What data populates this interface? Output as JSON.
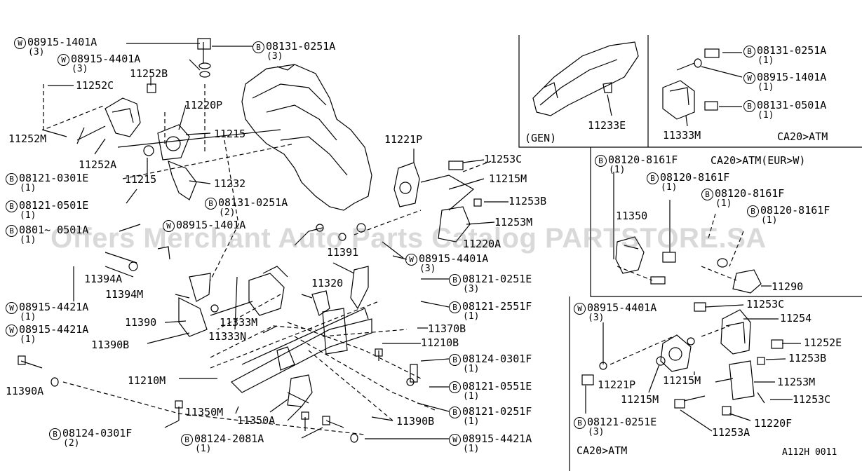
{
  "watermark": "Offers Merchant Auto Parts Catalog PARTSTORE.SA",
  "diagram_code": "A112H 0011",
  "main_labels": [
    {
      "id": "m1",
      "badge": "W",
      "text": "08915-1401A",
      "qty": "(3)"
    },
    {
      "id": "m2",
      "badge": "W",
      "text": "08915-4401A",
      "qty": "(3)"
    },
    {
      "id": "m3",
      "badge": "B",
      "text": "08131-0251A",
      "qty": "(3)"
    },
    {
      "id": "m4",
      "badge": "",
      "text": "11252B",
      "qty": ""
    },
    {
      "id": "m5",
      "badge": "",
      "text": "11252C",
      "qty": ""
    },
    {
      "id": "m6",
      "badge": "",
      "text": "11220P",
      "qty": ""
    },
    {
      "id": "m7",
      "badge": "",
      "text": "11215",
      "qty": ""
    },
    {
      "id": "m8",
      "badge": "",
      "text": "11252M",
      "qty": ""
    },
    {
      "id": "m9",
      "badge": "",
      "text": "11252A",
      "qty": ""
    },
    {
      "id": "m10",
      "badge": "",
      "text": "11215",
      "qty": ""
    },
    {
      "id": "m11",
      "badge": "B",
      "text": "08121-0301E",
      "qty": "(1)"
    },
    {
      "id": "m12",
      "badge": "",
      "text": "11232",
      "qty": ""
    },
    {
      "id": "m13",
      "badge": "B",
      "text": "08121-0501E",
      "qty": "(1)"
    },
    {
      "id": "m14",
      "badge": "B",
      "text": "08131-0251A",
      "qty": "(2)"
    },
    {
      "id": "m15",
      "badge": "B",
      "text": "0801~ 0501A",
      "qty": "(1)"
    },
    {
      "id": "m16",
      "badge": "W",
      "text": "08915-1401A",
      "qty": ""
    },
    {
      "id": "m17",
      "badge": "",
      "text": "11221P",
      "qty": ""
    },
    {
      "id": "m18",
      "badge": "",
      "text": "11253C",
      "qty": ""
    },
    {
      "id": "m19",
      "badge": "",
      "text": "11215M",
      "qty": ""
    },
    {
      "id": "m20",
      "badge": "",
      "text": "11253B",
      "qty": ""
    },
    {
      "id": "m21",
      "badge": "",
      "text": "11253M",
      "qty": ""
    },
    {
      "id": "m22",
      "badge": "",
      "text": "11220A",
      "qty": ""
    },
    {
      "id": "m23",
      "badge": "W",
      "text": "08915-4401A",
      "qty": "(3)"
    },
    {
      "id": "m24",
      "badge": "",
      "text": "11391",
      "qty": ""
    },
    {
      "id": "m25",
      "badge": "B",
      "text": "08121-0251E",
      "qty": "(3)"
    },
    {
      "id": "m26",
      "badge": "",
      "text": "11394A",
      "qty": ""
    },
    {
      "id": "m27",
      "badge": "",
      "text": "11394M",
      "qty": ""
    },
    {
      "id": "m28",
      "badge": "",
      "text": "11320",
      "qty": ""
    },
    {
      "id": "m29",
      "badge": "B",
      "text": "08121-2551F",
      "qty": "(1)"
    },
    {
      "id": "m30",
      "badge": "W",
      "text": "08915-4421A",
      "qty": "(1)"
    },
    {
      "id": "m31",
      "badge": "",
      "text": "11390",
      "qty": ""
    },
    {
      "id": "m32",
      "badge": "",
      "text": "11333M",
      "qty": ""
    },
    {
      "id": "m33",
      "badge": "",
      "text": "11370B",
      "qty": ""
    },
    {
      "id": "m34",
      "badge": "W",
      "text": "08915-4421A",
      "qty": "(1)"
    },
    {
      "id": "m35",
      "badge": "",
      "text": "11333N",
      "qty": ""
    },
    {
      "id": "m36",
      "badge": "",
      "text": "11390B",
      "qty": ""
    },
    {
      "id": "m37",
      "badge": "",
      "text": "11210B",
      "qty": ""
    },
    {
      "id": "m38",
      "badge": "B",
      "text": "08124-0301F",
      "qty": "(1)"
    },
    {
      "id": "m39",
      "badge": "",
      "text": "11390A",
      "qty": ""
    },
    {
      "id": "m40",
      "badge": "",
      "text": "11210M",
      "qty": ""
    },
    {
      "id": "m41",
      "badge": "B",
      "text": "08121-0551E",
      "qty": "(1)"
    },
    {
      "id": "m42",
      "badge": "B",
      "text": "08121-0251F",
      "qty": "(1)"
    },
    {
      "id": "m43",
      "badge": "",
      "text": "11350M",
      "qty": ""
    },
    {
      "id": "m44",
      "badge": "",
      "text": "11350A",
      "qty": ""
    },
    {
      "id": "m45",
      "badge": "",
      "text": "11390B",
      "qty": ""
    },
    {
      "id": "m46",
      "badge": "B",
      "text": "08124-0301F",
      "qty": "(2)"
    },
    {
      "id": "m47",
      "badge": "B",
      "text": "08124-2081A",
      "qty": "(1)"
    },
    {
      "id": "m48",
      "badge": "W",
      "text": "08915-4421A",
      "qty": "(1)"
    }
  ],
  "inset_gen": {
    "caption": "(GEN)",
    "labels": [
      {
        "id": "g1",
        "badge": "",
        "text": "11233E",
        "qty": ""
      }
    ]
  },
  "inset_atm_top": {
    "caption": "CA20>ATM",
    "labels": [
      {
        "id": "t1",
        "badge": "B",
        "text": "08131-0251A",
        "qty": "(1)"
      },
      {
        "id": "t2",
        "badge": "W",
        "text": "08915-1401A",
        "qty": "(1)"
      },
      {
        "id": "t3",
        "badge": "B",
        "text": "08131-0501A",
        "qty": "(1)"
      },
      {
        "id": "t4",
        "badge": "",
        "text": "11333M",
        "qty": ""
      }
    ]
  },
  "inset_atm_eur": {
    "caption": "CA20>ATM(EUR>W)",
    "labels": [
      {
        "id": "e1",
        "badge": "B",
        "text": "08120-8161F",
        "qty": "(1)"
      },
      {
        "id": "e2",
        "badge": "B",
        "text": "08120-8161F",
        "qty": "(1)"
      },
      {
        "id": "e3",
        "badge": "B",
        "text": "08120-8161F",
        "qty": "(1)"
      },
      {
        "id": "e4",
        "badge": "B",
        "text": "08120-8161F",
        "qty": "(1)"
      },
      {
        "id": "e5",
        "badge": "",
        "text": "11350",
        "qty": ""
      },
      {
        "id": "e6",
        "badge": "",
        "text": "11290",
        "qty": ""
      }
    ]
  },
  "inset_atm_bottom": {
    "caption": "CA20>ATM",
    "labels": [
      {
        "id": "b1",
        "badge": "W",
        "text": "08915-4401A",
        "qty": "(3)"
      },
      {
        "id": "b2",
        "badge": "",
        "text": "11253C",
        "qty": ""
      },
      {
        "id": "b3",
        "badge": "",
        "text": "11254",
        "qty": ""
      },
      {
        "id": "b4",
        "badge": "",
        "text": "11252E",
        "qty": ""
      },
      {
        "id": "b5",
        "badge": "",
        "text": "11253B",
        "qty": ""
      },
      {
        "id": "b6",
        "badge": "",
        "text": "11221P",
        "qty": ""
      },
      {
        "id": "b7",
        "badge": "",
        "text": "11215M",
        "qty": ""
      },
      {
        "id": "b8",
        "badge": "",
        "text": "11253M",
        "qty": ""
      },
      {
        "id": "b9",
        "badge": "",
        "text": "11215M",
        "qty": ""
      },
      {
        "id": "b10",
        "badge": "",
        "text": "11253C",
        "qty": ""
      },
      {
        "id": "b11",
        "badge": "B",
        "text": "08121-0251E",
        "qty": "(3)"
      },
      {
        "id": "b12",
        "badge": "",
        "text": "11220F",
        "qty": ""
      },
      {
        "id": "b13",
        "badge": "",
        "text": "11253A",
        "qty": ""
      }
    ]
  }
}
